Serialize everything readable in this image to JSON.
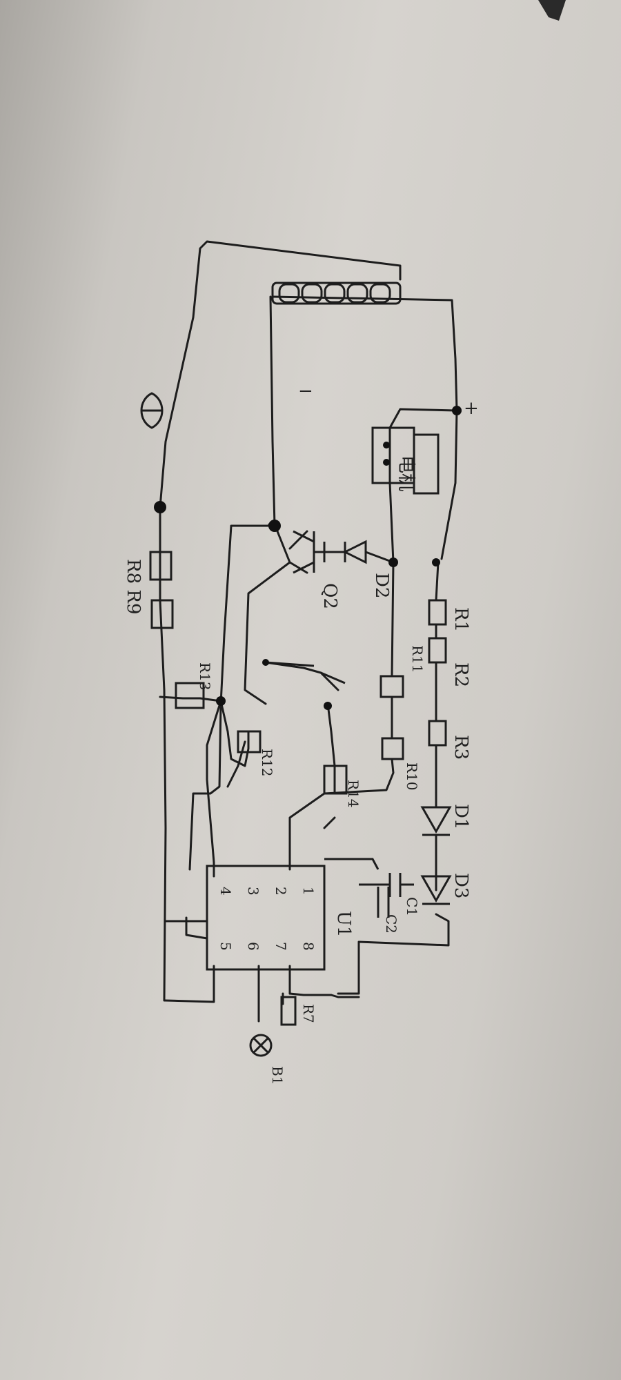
{
  "labels": {
    "plus": "+",
    "minus": "−",
    "motor": "电机",
    "r1": "R1",
    "r2": "R2",
    "r3": "R3",
    "d1": "D1",
    "d2": "D2",
    "d3": "D3",
    "q2": "Q2",
    "r11": "R11",
    "r10": "R10",
    "r14": "R14",
    "c1": "C1",
    "c2": "C2",
    "u1": "U1",
    "r7": "R7",
    "b1": "B1",
    "r8r9": "R8 R9",
    "r13": "R13",
    "r12": "R12",
    "pins_left": [
      "1",
      "2",
      "3",
      "4"
    ],
    "pins_right": [
      "8",
      "7",
      "6",
      "5"
    ]
  },
  "colors": {
    "ink": "#1d1d1d",
    "paper": "#d6d3ce"
  }
}
